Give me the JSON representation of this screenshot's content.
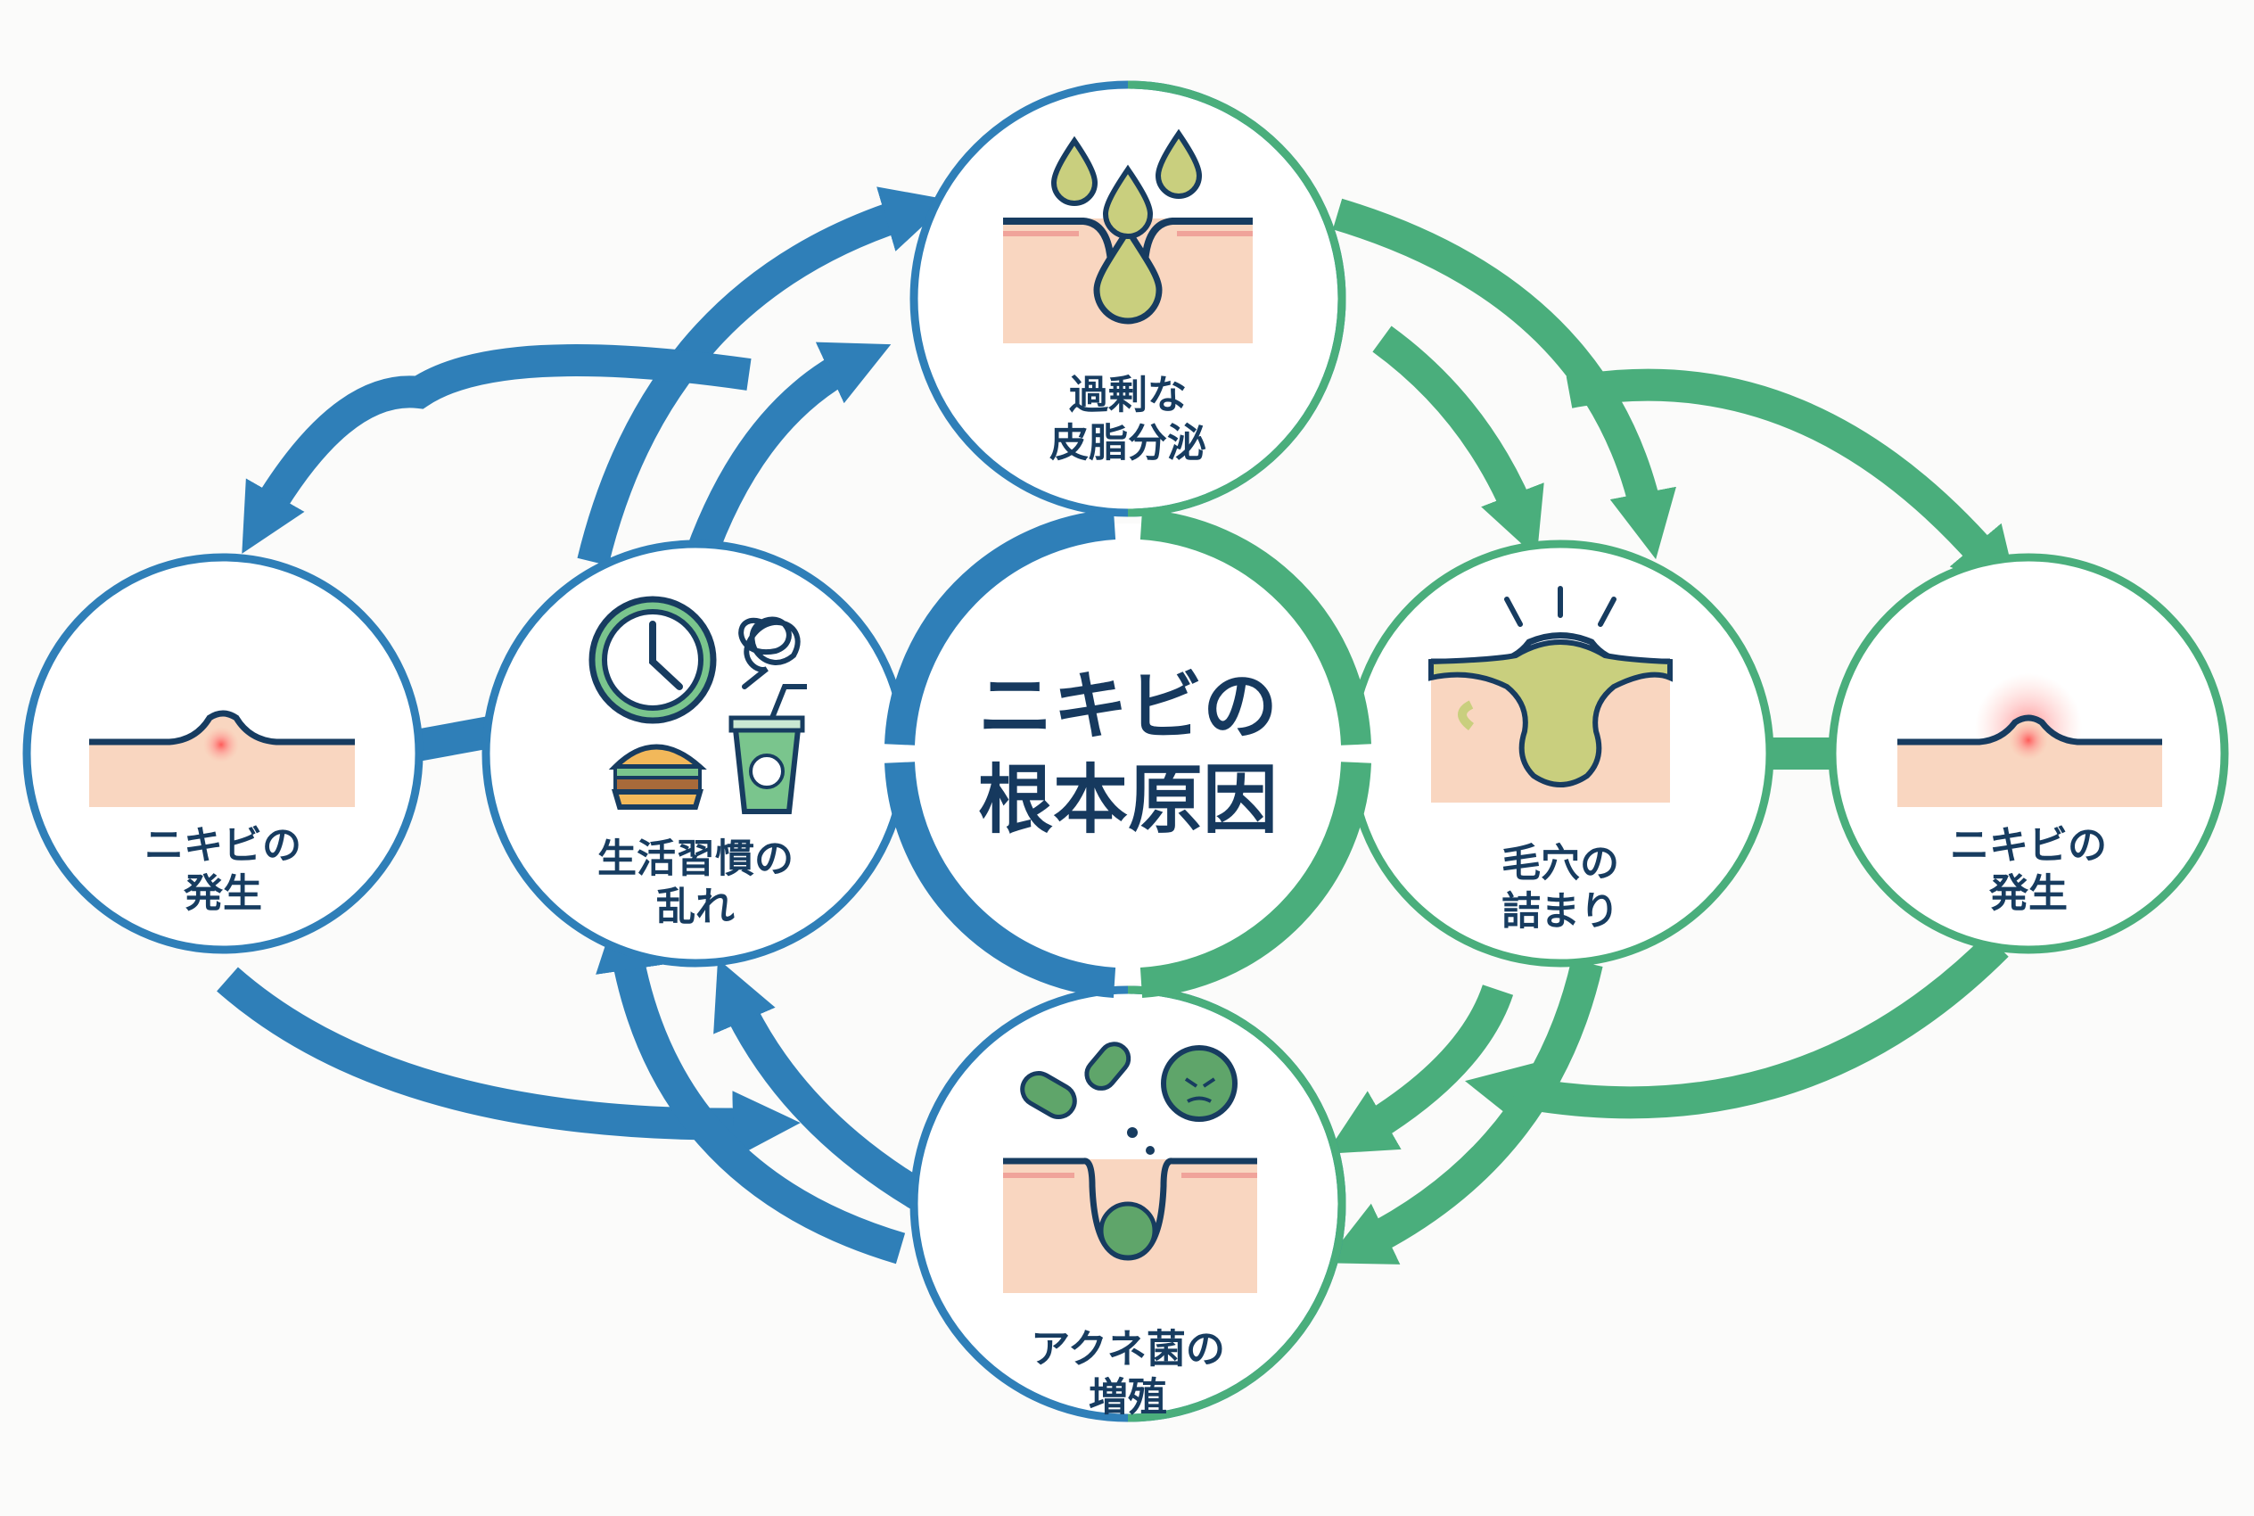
{
  "center": {
    "line1": "ニキビの",
    "line2": "根本原因"
  },
  "nodes": {
    "sebum": {
      "line1": "過剰な",
      "line2": "皮脂分泌",
      "icon": "oil-drops-skin-icon"
    },
    "lifestyle": {
      "line1": "生活習慣の",
      "line2": "乱れ",
      "icon": "clock-stress-junkfood-icon"
    },
    "pore": {
      "line1": "毛穴の",
      "line2": "詰まり",
      "icon": "clogged-pore-icon"
    },
    "bacteria": {
      "line1": "アクネ菌の",
      "line2": "増殖",
      "icon": "acne-bacteria-icon"
    },
    "acne_left": {
      "line1": "ニキビの",
      "line2": "発生",
      "icon": "pimple-skin-icon"
    },
    "acne_right": {
      "line1": "ニキビの",
      "line2": "発生",
      "icon": "inflamed-pimple-skin-icon"
    }
  },
  "colors": {
    "blue": "#2f7fb8",
    "green": "#4aae7c",
    "navy": "#173c60",
    "skin": "#f9d6c0",
    "oil": "#c9cf7e",
    "bacteria": "#5fa56a"
  }
}
